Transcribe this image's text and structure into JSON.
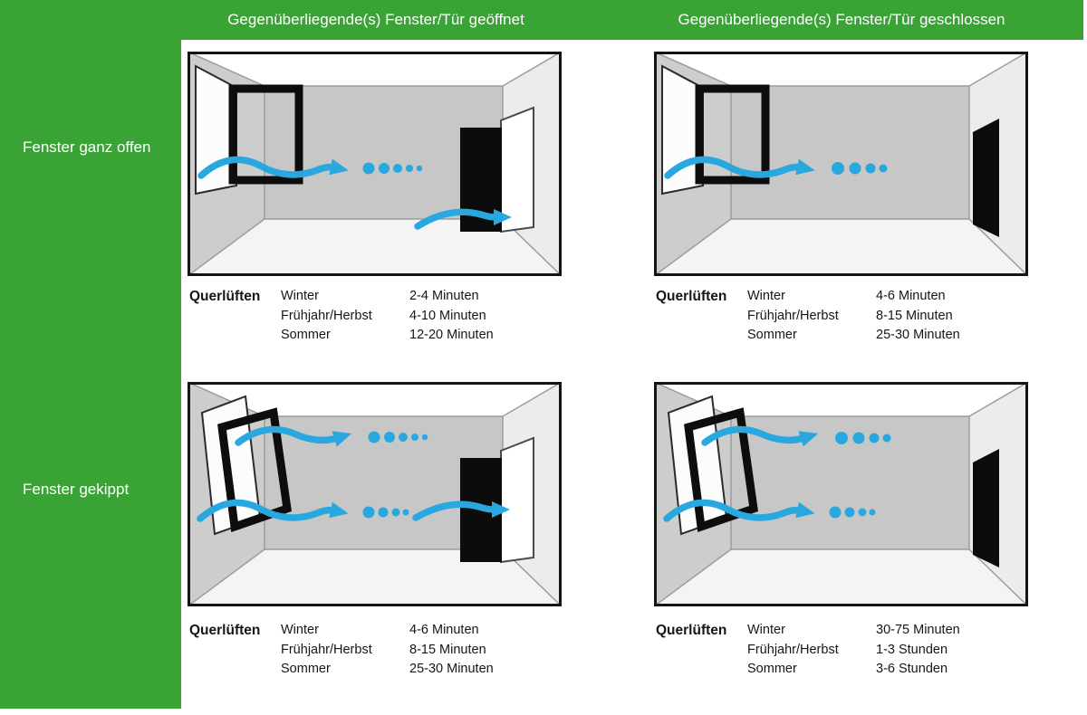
{
  "colors": {
    "green": "#3aa335",
    "blue": "#29a8e0",
    "text": "#161616"
  },
  "header": {
    "columns": [
      {
        "label": "Gegenüberliegende(s) Fenster/Tür geöffnet"
      },
      {
        "label": "Gegenüberliegende(s) Fenster/Tür geschlossen"
      }
    ]
  },
  "sidebar": {
    "rows": [
      {
        "label": "Fenster ganz offen"
      },
      {
        "label": "Fenster gekippt"
      }
    ]
  },
  "cells": [
    {
      "illustration": "window-fully-open-opposite-door-open",
      "ventilation_type": "Querlüften",
      "entries": [
        {
          "season": "Winter",
          "duration": "2-4 Minuten"
        },
        {
          "season": "Frühjahr/Herbst",
          "duration": "4-10 Minuten"
        },
        {
          "season": "Sommer",
          "duration": "12-20 Minuten"
        }
      ]
    },
    {
      "illustration": "window-fully-open-opposite-door-closed",
      "ventilation_type": "Querlüften",
      "entries": [
        {
          "season": "Winter",
          "duration": "4-6 Minuten"
        },
        {
          "season": "Frühjahr/Herbst",
          "duration": "8-15 Minuten"
        },
        {
          "season": "Sommer",
          "duration": "25-30 Minuten"
        }
      ]
    },
    {
      "illustration": "window-tilted-opposite-door-open",
      "ventilation_type": "Querlüften",
      "entries": [
        {
          "season": "Winter",
          "duration": "4-6 Minuten"
        },
        {
          "season": "Frühjahr/Herbst",
          "duration": "8-15 Minuten"
        },
        {
          "season": "Sommer",
          "duration": "25-30 Minuten"
        }
      ]
    },
    {
      "illustration": "window-tilted-opposite-door-closed",
      "ventilation_type": "Querlüften",
      "entries": [
        {
          "season": "Winter",
          "duration": "30-75 Minuten"
        },
        {
          "season": "Frühjahr/Herbst",
          "duration": "1-3 Stunden"
        },
        {
          "season": "Sommer",
          "duration": "3-6 Stunden"
        }
      ]
    }
  ]
}
